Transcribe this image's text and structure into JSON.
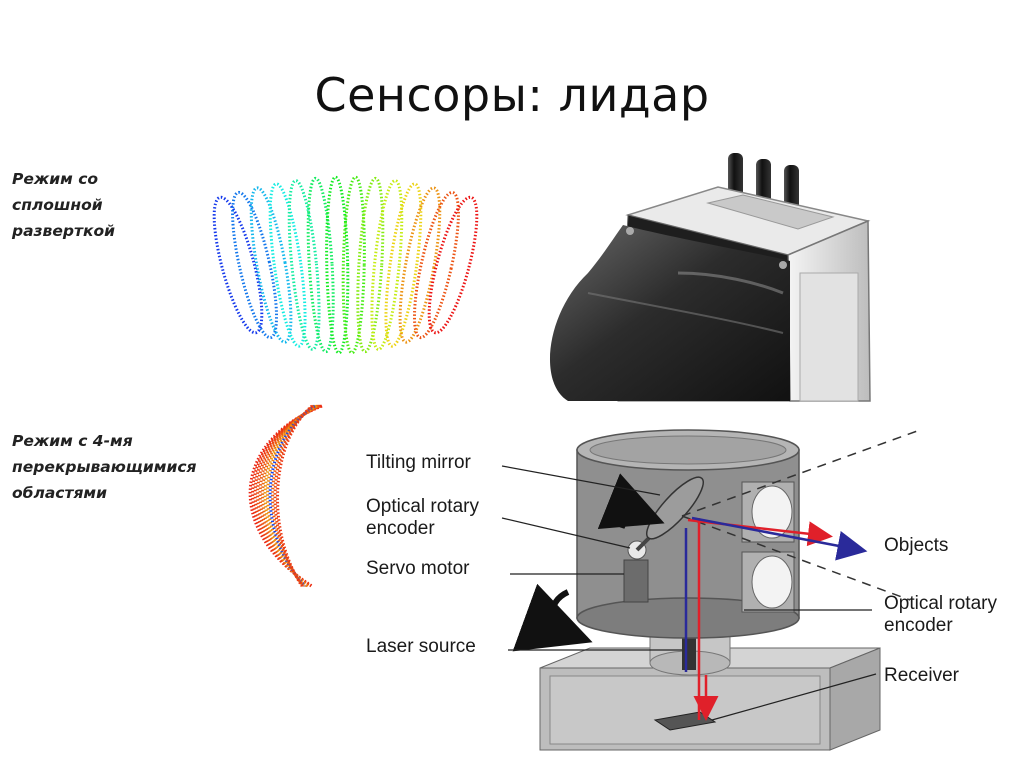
{
  "slide": {
    "title": "Сенсоры: лидар"
  },
  "modes": {
    "continuous_scan": "Режим со\nсплошной\nразверткой",
    "four_overlap": "Режим с 4-мя\nперекрывающимися\nобластями"
  },
  "diagram_labels": {
    "tilting_mirror": "Tilting mirror",
    "optical_rotary_encoder_left_1": "Optical rotary",
    "optical_rotary_encoder_left_2": "encoder",
    "servo_motor": "Servo motor",
    "laser_source": "Laser source",
    "objects": "Objects",
    "optical_rotary_encoder_right_1": "Optical rotary",
    "optical_rotary_encoder_right_2": "encoder",
    "receiver": "Receiver"
  },
  "colors": {
    "laser_out": "#e0202a",
    "laser_return": "#2a2a9a",
    "housing": "#9a9a9a"
  }
}
